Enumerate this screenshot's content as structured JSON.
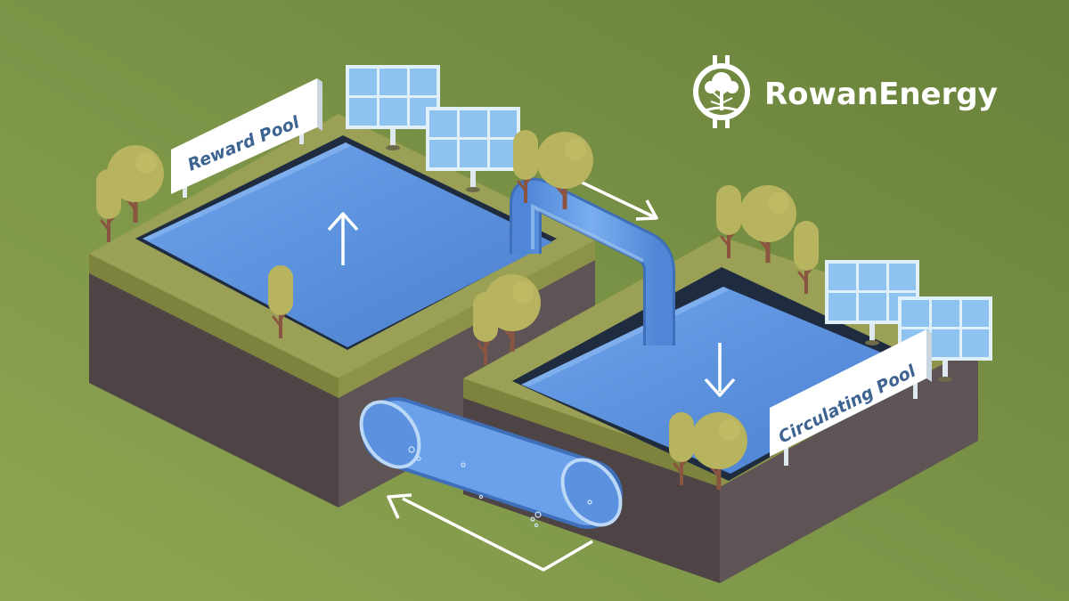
{
  "brand": {
    "name": "RowanEnergy",
    "logo": "rowan-tree-coin-icon"
  },
  "pools": {
    "reward": {
      "label": "Reward Pool"
    },
    "circulating": {
      "label": "Circulating Pool"
    }
  },
  "colors": {
    "background": "#76923f",
    "water": "#5b91df",
    "grass": "#9aa055",
    "soil": "#4e4446",
    "tree": "#b7b35e",
    "solar_panel": "#8fc3ef",
    "arrow": "#ffffff"
  }
}
